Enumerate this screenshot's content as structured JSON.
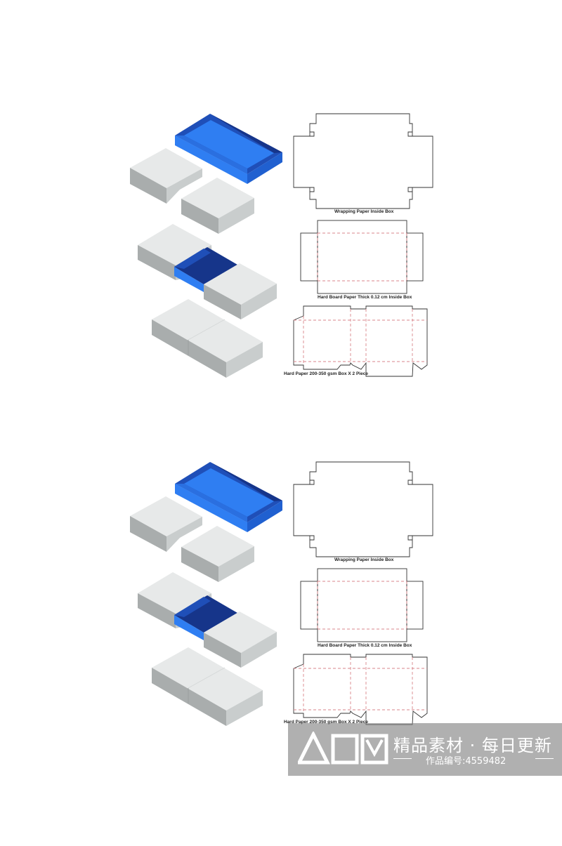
{
  "panels": [
    {
      "captions": {
        "wrapping": "Wrapping Paper Inside Box",
        "hard_board": "Hard Board Paper  Thick 0.12 cm Inside Box",
        "hard_paper": "Hard Paper 200-350 gsm Box  X 2 Piece"
      }
    },
    {
      "captions": {
        "wrapping": "Wrapping Paper Inside Box",
        "hard_board": "Hard Board Paper  Thick 0.12 cm Inside Box",
        "hard_paper": "Hard Paper 200-350 gsm Box  X 2 Piece"
      }
    }
  ],
  "watermark": {
    "brand": "精品素材 · 每日更新",
    "work_id": "作品编号:4559482"
  },
  "colors": {
    "box_blue": "#2f7ef2",
    "box_blue_dark": "#1a3f8f",
    "box_gray_top": "#e7e9e9",
    "box_gray_side": "#a9adad",
    "cut_line": "#333333",
    "fold_line": "#d9858b"
  }
}
